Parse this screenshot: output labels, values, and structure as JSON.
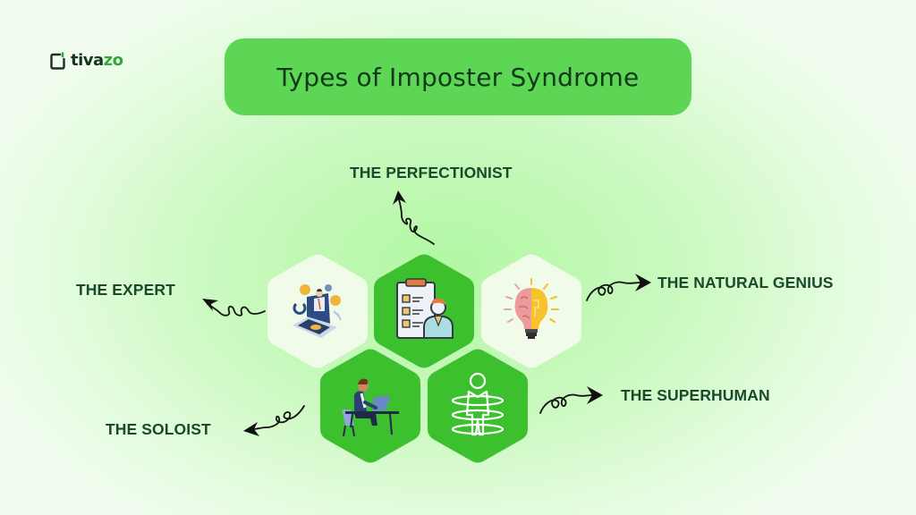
{
  "brand": {
    "logo_prefix": "tiva",
    "logo_suffix": "zo",
    "colors": {
      "dark": "#16341f",
      "accent": "#2fa83c"
    }
  },
  "header": {
    "title": "Types of Imposter Syndrome",
    "pill_color": "#5ed655"
  },
  "diagram": {
    "center_hexagons": [
      {
        "id": "expert",
        "icon": "laptop-finance-person-icon",
        "fill": "#f1fbea"
      },
      {
        "id": "perfectionist",
        "icon": "clipboard-checklist-person-icon",
        "fill": "#3cc02e"
      },
      {
        "id": "natural-genius",
        "icon": "brain-lightbulb-icon",
        "fill": "#f1fbea"
      },
      {
        "id": "soloist",
        "icon": "man-working-at-desk-icon",
        "fill": "#3cc02e"
      },
      {
        "id": "superhuman",
        "icon": "person-with-rings-icon",
        "fill": "#3cc02e"
      }
    ],
    "labels": {
      "perfectionist": "THE PERFECTIONIST",
      "expert": "THE EXPERT",
      "natural_genius": "THE NATURAL GENIUS",
      "superhuman": "THE SUPERHUMAN",
      "soloist": "THE SOLOIST"
    },
    "label_color": "#1a4a2b"
  }
}
